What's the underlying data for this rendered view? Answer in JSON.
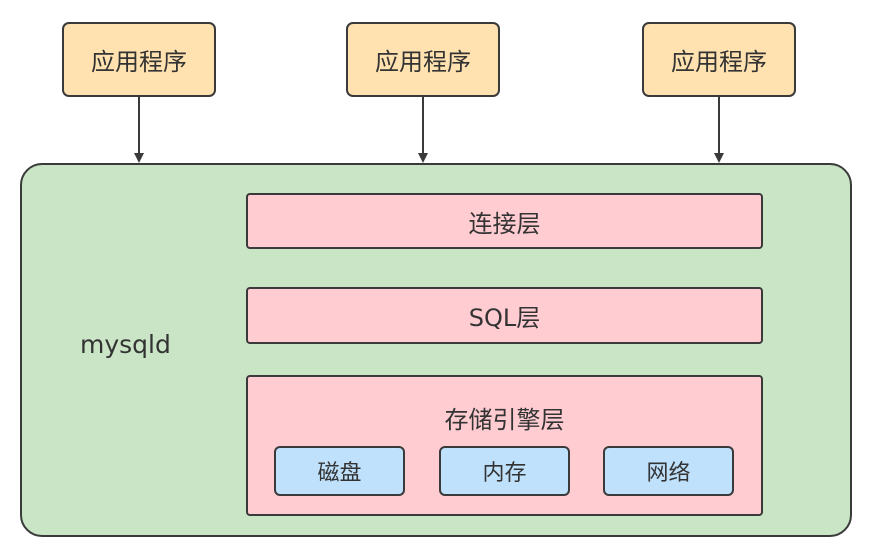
{
  "applications": [
    {
      "label": "应用程序"
    },
    {
      "label": "应用程序"
    },
    {
      "label": "应用程序"
    }
  ],
  "server": {
    "label": "mysqld",
    "layers": [
      {
        "label": "连接层"
      },
      {
        "label": "SQL层"
      }
    ],
    "storage_engine": {
      "label": "存储引擎层",
      "components": [
        {
          "label": "磁盘"
        },
        {
          "label": "内存"
        },
        {
          "label": "网络"
        }
      ]
    }
  },
  "colors": {
    "application_fill": "#ffe2b0",
    "server_fill": "#c9e5c6",
    "layer_fill": "#ffccd1",
    "component_fill": "#bfe1fb",
    "stroke": "#3a3a3a"
  }
}
